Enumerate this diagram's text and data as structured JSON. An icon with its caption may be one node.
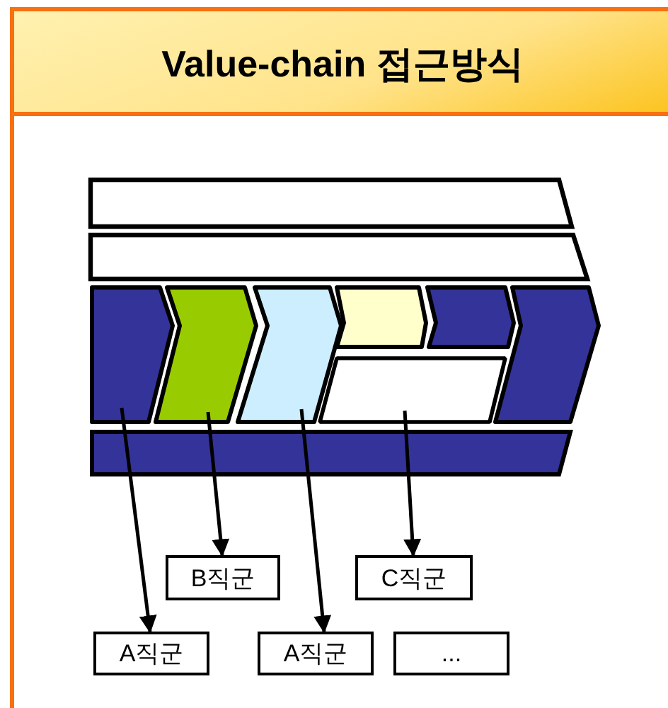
{
  "diagram": {
    "title": "Value-chain 접근방식",
    "nodes": [
      {
        "text": [],
        "shape": "bar"
      },
      {
        "text": [],
        "shape": "bar"
      },
      {
        "text": [],
        "shape": "chevron"
      },
      {
        "text": [],
        "shape": "chevron"
      },
      {
        "text": [],
        "shape": "chevron"
      },
      {
        "text": [],
        "shape": "chevron"
      },
      {
        "text": [],
        "shape": "chevron"
      },
      {
        "text": [],
        "shape": "box"
      },
      {
        "text": [],
        "shape": "chevron"
      },
      {
        "text": [
          "B직군"
        ]
      },
      {
        "text": [
          "C직군"
        ]
      },
      {
        "text": [
          "A직군"
        ]
      },
      {
        "text": [
          "A직군"
        ]
      },
      {
        "text": [
          "..."
        ]
      }
    ],
    "edges": [
      {
        "from": 2,
        "to": 11,
        "arrow": "to"
      },
      {
        "from": 3,
        "to": 9,
        "arrow": "to"
      },
      {
        "from": 4,
        "to": 12,
        "arrow": "to"
      },
      {
        "from": 7,
        "to": 10,
        "arrow": "to"
      }
    ]
  }
}
